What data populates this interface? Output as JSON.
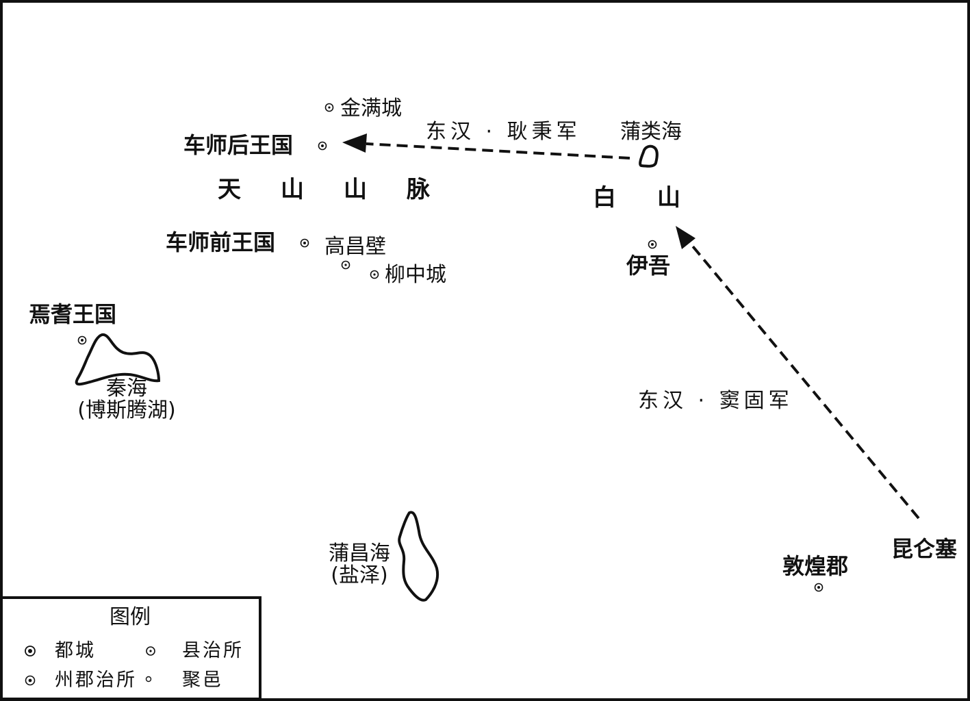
{
  "labels": {
    "jinman": "金满城",
    "jushi_hou": "车师后王国",
    "tianshan": "天山山脉",
    "jushi_qian": "车师前王国",
    "gaochang": "高昌壁",
    "liuzhong": "柳中城",
    "yanqi": "焉耆王国",
    "qinhai": "秦海",
    "qinhai_alt": "(博斯腾湖)",
    "puleihai": "蒲类海",
    "baishan": "白山",
    "yiwu": "伊吾",
    "puchanghai": "蒲昌海",
    "puchanghai_alt": "(盐泽)",
    "dunhuang": "敦煌郡",
    "kunlunsai": "昆仑塞"
  },
  "routes": {
    "geng_bing": "东汉 · 耿秉军",
    "dou_gu": "东汉 · 窦固军"
  },
  "legend": {
    "title": "图例",
    "items": {
      "capital": "都城",
      "county": "县治所",
      "prefecture": "州郡治所",
      "settlement": "聚邑"
    }
  },
  "colors": {
    "ink": "#111111",
    "background": "#ffffff"
  }
}
